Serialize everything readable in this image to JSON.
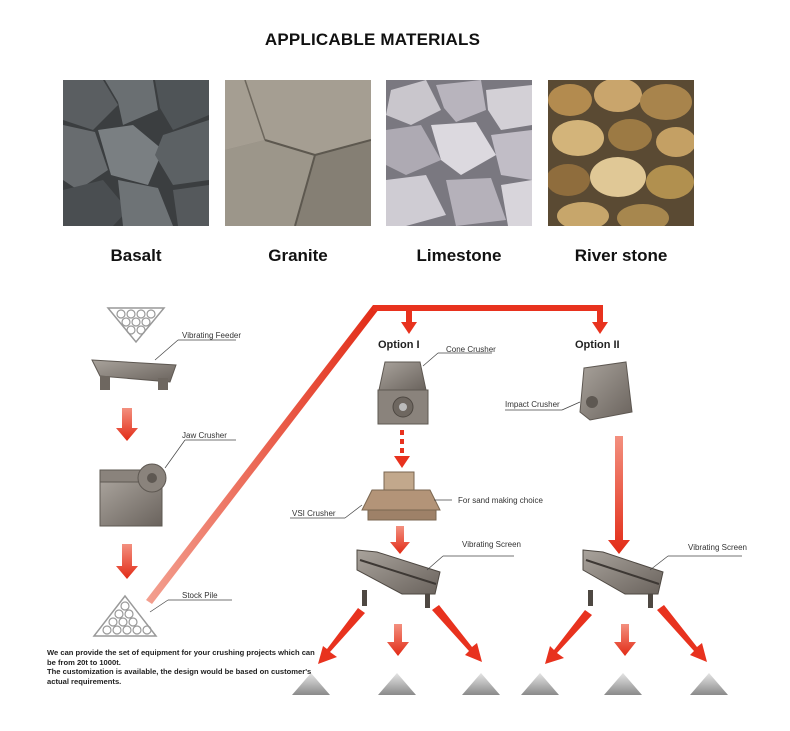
{
  "header": {
    "title": "APPLICABLE MATERIALS"
  },
  "materials": [
    {
      "name": "Basalt",
      "icon": "basalt-photo"
    },
    {
      "name": "Granite",
      "icon": "granite-photo"
    },
    {
      "name": "Limestone",
      "icon": "limestone-photo"
    },
    {
      "name": "River stone",
      "icon": "river-stone-photo"
    }
  ],
  "flow": {
    "vibrating_feeder": "Vibrating Feeder",
    "jaw_crusher": "Jaw Crusher",
    "stock_pile": "Stock Pile",
    "option1": "Option I",
    "option2": "Option II",
    "cone_crusher": "Cone Crusher",
    "impact_crusher": "Impact Crusher",
    "vsi_crusher": "VSI Crusher",
    "sand_choice": "For sand making choice",
    "vibrating_screen_1": "Vibrating Screen",
    "vibrating_screen_2": "Vibrating Screen"
  },
  "note": {
    "line1": "We can provide the set of equipment for your crushing projects which can be from 20t to 1000t.",
    "line2": "The customization is available, the design would be based on customer's actual requirements."
  },
  "colors": {
    "arrow": "#e8321e",
    "machine": "#7d7670",
    "text": "#111111"
  }
}
